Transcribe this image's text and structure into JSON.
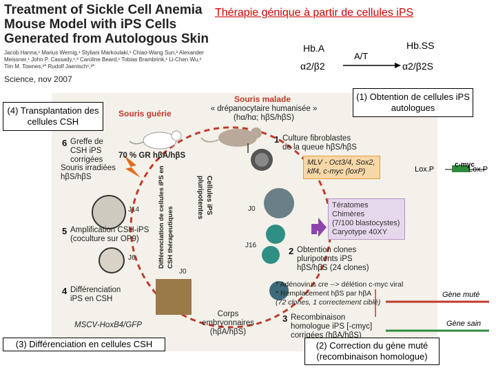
{
  "paper": {
    "title": "Treatment of Sickle Cell Anemia Mouse Model with iPS Cells Generated from Autologous Skin",
    "authors": "Jacob Hanna,¹ Marius Wernig,¹ Styliani Markoulaki,¹ Chiao-Wang Sun,² Alexander Meissner,¹ John P. Cassady,¹,³ Caroline Beard,¹ Tobias Brambrink,¹ Li-Chen Wu,² Tim M. Townes,²* Rudolf Jaenisch¹,³*",
    "source": "Science, nov 2007"
  },
  "main_title": "Thérapie génique à partir de cellules iPS",
  "hemoglobin": {
    "left_name": "Hb.A",
    "left_formula": "α2/β2",
    "arrow_label": "A/T",
    "right_name": "Hb.SS",
    "right_formula": "α2/β2S"
  },
  "callouts": {
    "step1": "(1) Obtention de cellules iPS autologues",
    "step4": "(4) Transplantation des cellules CSH",
    "step3": "(3) Différenciation en cellules CSH",
    "step2": "(2) Correction du gène muté (recombinaison homologue)"
  },
  "mice": {
    "sick_title": "Souris malade",
    "sick_subtitle": "« drépanocytaire humanisée » (hα/hα; hβS/hβS)",
    "healed_title": "Souris guérie"
  },
  "steps": [
    {
      "num": "1",
      "text": "Culture fibroblastes de la queue hβS/hβS"
    },
    {
      "num": "2",
      "text": "Obtention clones pluripotents iPS hβS/hβS (24 clones)"
    },
    {
      "num": "3",
      "text": "Recombinaison homologue iPS [-cmyc] corrigées (hβA/hβS)"
    },
    {
      "num": "4",
      "text": "Différenciation iPS en CSH"
    },
    {
      "num": "5",
      "text": "Amplification CSH-iPS (coculture sur OP9)"
    },
    {
      "num": "6",
      "text": "Greffe de CSH iPS corrigées"
    }
  ],
  "labels": {
    "gr": "70 % GR hβA/hβS",
    "irradiated": "Souris irradiées hβS/hβS",
    "vertical_right": "Cellules iPS pluripotentes",
    "vertical_left": "Différenciation de cellules iPS en CSH thérapeutiques",
    "j0_top": "J0",
    "j16": "J16",
    "j14": "J14",
    "j6": "J6",
    "j0_bottom": "J0",
    "mscv": "MSCV-HoxB4/GFP",
    "embryoid": "Corps embryonnaires (hβA/hβS)"
  },
  "vectors": {
    "mlv": "MLV - Oct3/4, Sox2, klf4, c-myc (loxP)",
    "lox_left": "Lox.P",
    "cmyc": "c-myc",
    "lox_right": "Lox.P"
  },
  "teratoma": [
    "Tératomes",
    "Chimères",
    "(7/100 blastocystes)",
    "Caryotype 40XY"
  ],
  "notes": [
    "* Adénovirus cre --> délétion c-myc viral",
    "* Remplacement hβS par hβA",
    "(72 clones, 1 correctement ciblé)"
  ],
  "legend": {
    "mutated": "Gène muté",
    "healthy": "Gène sain"
  },
  "colors": {
    "title_red": "#cc0000",
    "arrow_red": "#c0392b",
    "healthy_green": "#2e8b3e",
    "orange_box": "#f6d7a8",
    "purple_box": "#e6d8ec"
  }
}
